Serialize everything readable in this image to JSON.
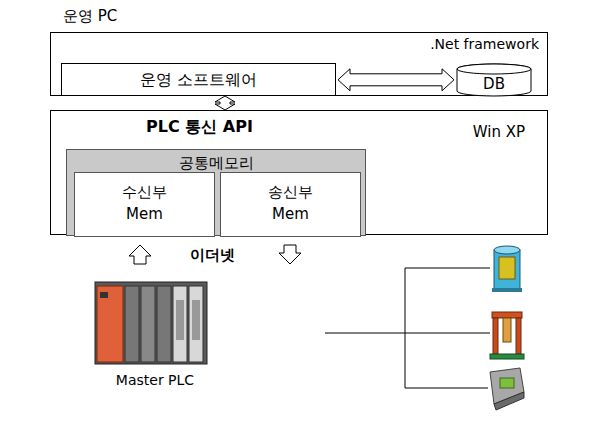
{
  "diagram": {
    "nodes": [
      {
        "text": [
          "운영 PC",
          ".Net framework"
        ]
      },
      {
        "text": [
          "운영 소프트웨어"
        ],
        "in": 0
      },
      {
        "text": [
          "DB"
        ],
        "in": 0
      },
      {
        "text": [
          "PLC 통신 API",
          "Win XP"
        ]
      },
      {
        "text": [
          "공통메모리"
        ],
        "in": 3
      },
      {
        "text": [
          "수신부",
          "Mem"
        ],
        "in": 4
      },
      {
        "text": [
          "송신부",
          "Mem"
        ],
        "in": 4
      },
      {
        "text": [
          "Master PLC"
        ]
      }
    ],
    "edges": [
      {
        "from": 1,
        "to": 2,
        "arrow": "both"
      },
      {
        "from": 1,
        "to": 3,
        "arrow": "both"
      },
      {
        "from": 7,
        "to": 5,
        "arrow": "to"
      },
      {
        "from": 6,
        "to": 7,
        "arrow": "to"
      }
    ],
    "labels": [
      "이더넷"
    ]
  }
}
